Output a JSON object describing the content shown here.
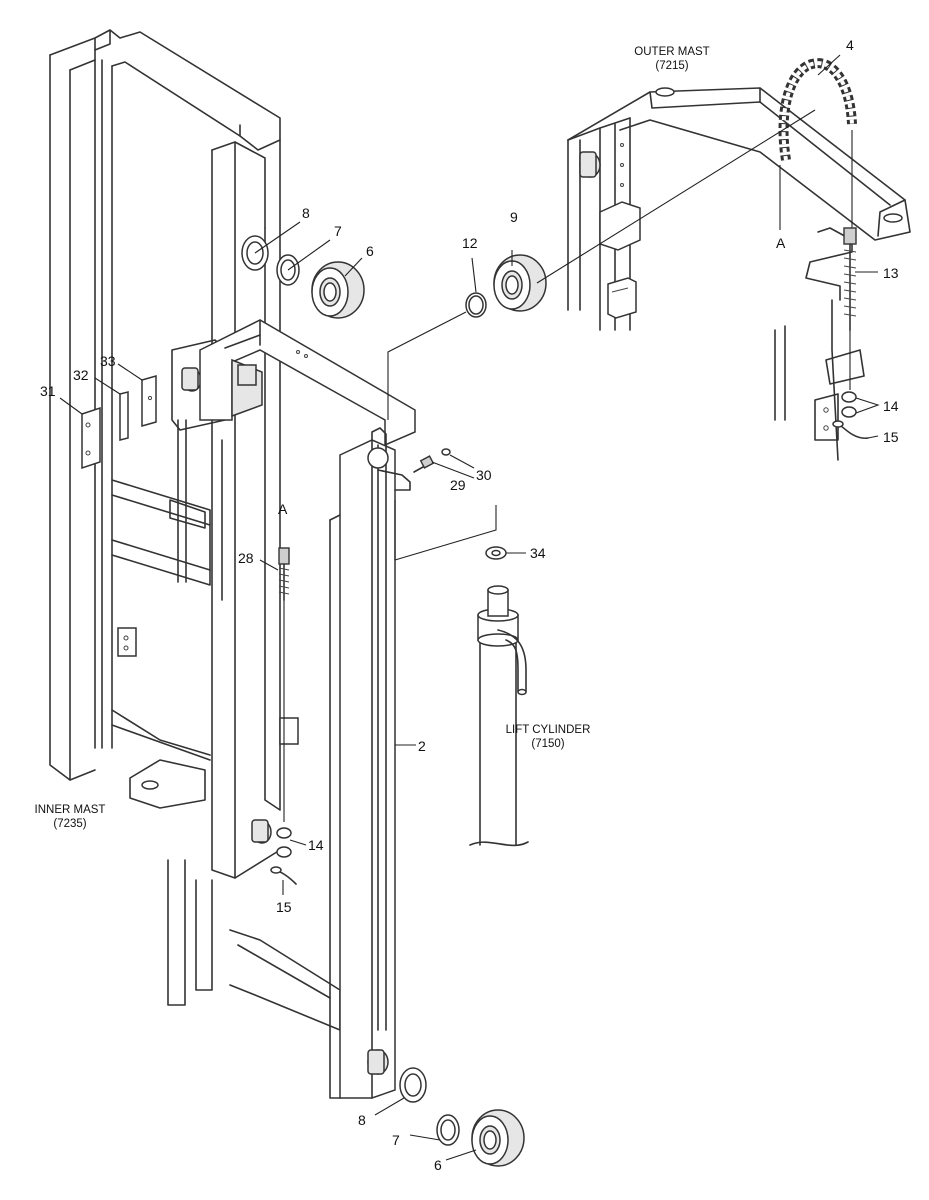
{
  "assemblies": {
    "outer_mast": {
      "name": "OUTER MAST",
      "code": "(7215)"
    },
    "inner_mast": {
      "name": "INNER MAST",
      "code": "(7235)"
    },
    "lift_cylinder": {
      "name": "LIFT CYLINDER",
      "code": "(7150)"
    }
  },
  "callouts": {
    "p2": "2",
    "p4": "4",
    "p6a": "6",
    "p6b": "6",
    "p7a": "7",
    "p7b": "7",
    "p8a": "8",
    "p8b": "8",
    "p9": "9",
    "p12": "12",
    "p13": "13",
    "p14a": "14",
    "p14b": "14",
    "p15a": "15",
    "p15b": "15",
    "p28": "28",
    "p29": "29",
    "p30": "30",
    "p31": "31",
    "p32": "32",
    "p33": "33",
    "p34": "34",
    "refA1": "A",
    "refA2": "A"
  }
}
